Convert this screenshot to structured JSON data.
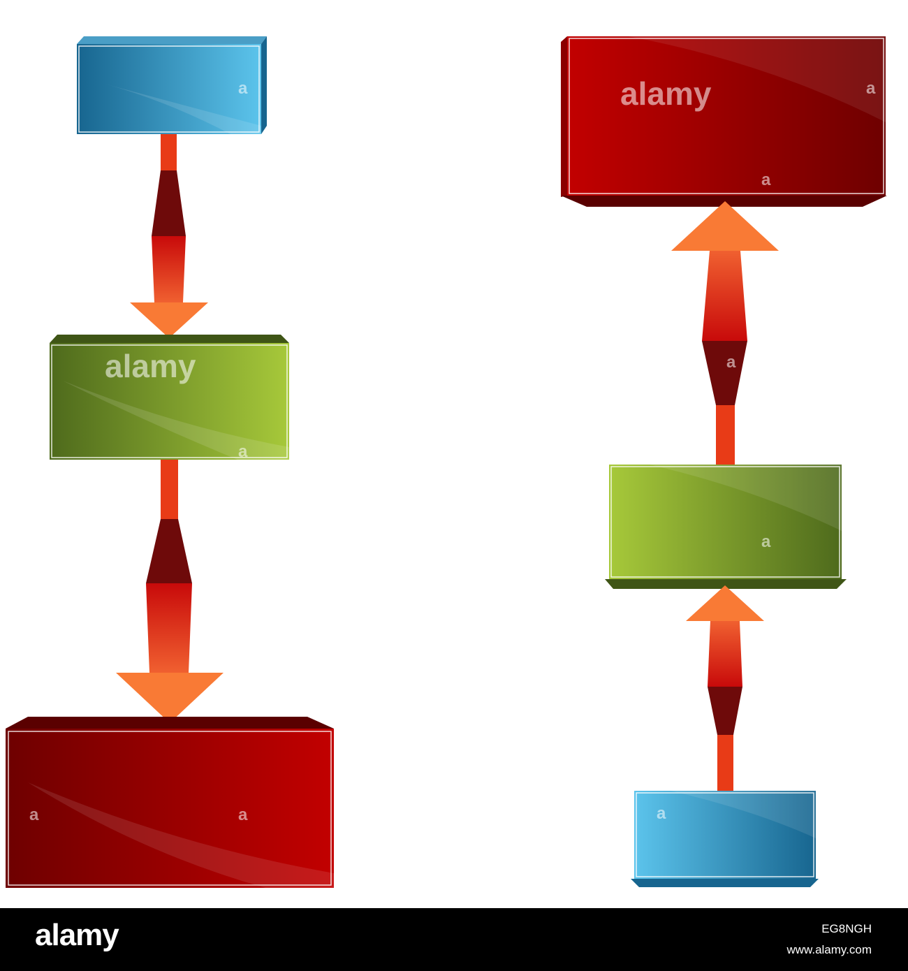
{
  "diagram": {
    "colors": {
      "blue_light": "#5cc4ec",
      "blue_dark": "#17658f",
      "green_light": "#a7c93a",
      "green_dark": "#4e6a1c",
      "red_light": "#c20000",
      "red_dark": "#6e0000",
      "arrow_head": "#f97a35",
      "arrow_shaft": "#e83b17",
      "connector_dark": "#6e0a0a"
    }
  },
  "watermark": {
    "brand": "alamy",
    "letter": "a"
  },
  "footer": {
    "brand": "alamy",
    "image_id": "EG8NGH",
    "site": "www.alamy.com"
  }
}
